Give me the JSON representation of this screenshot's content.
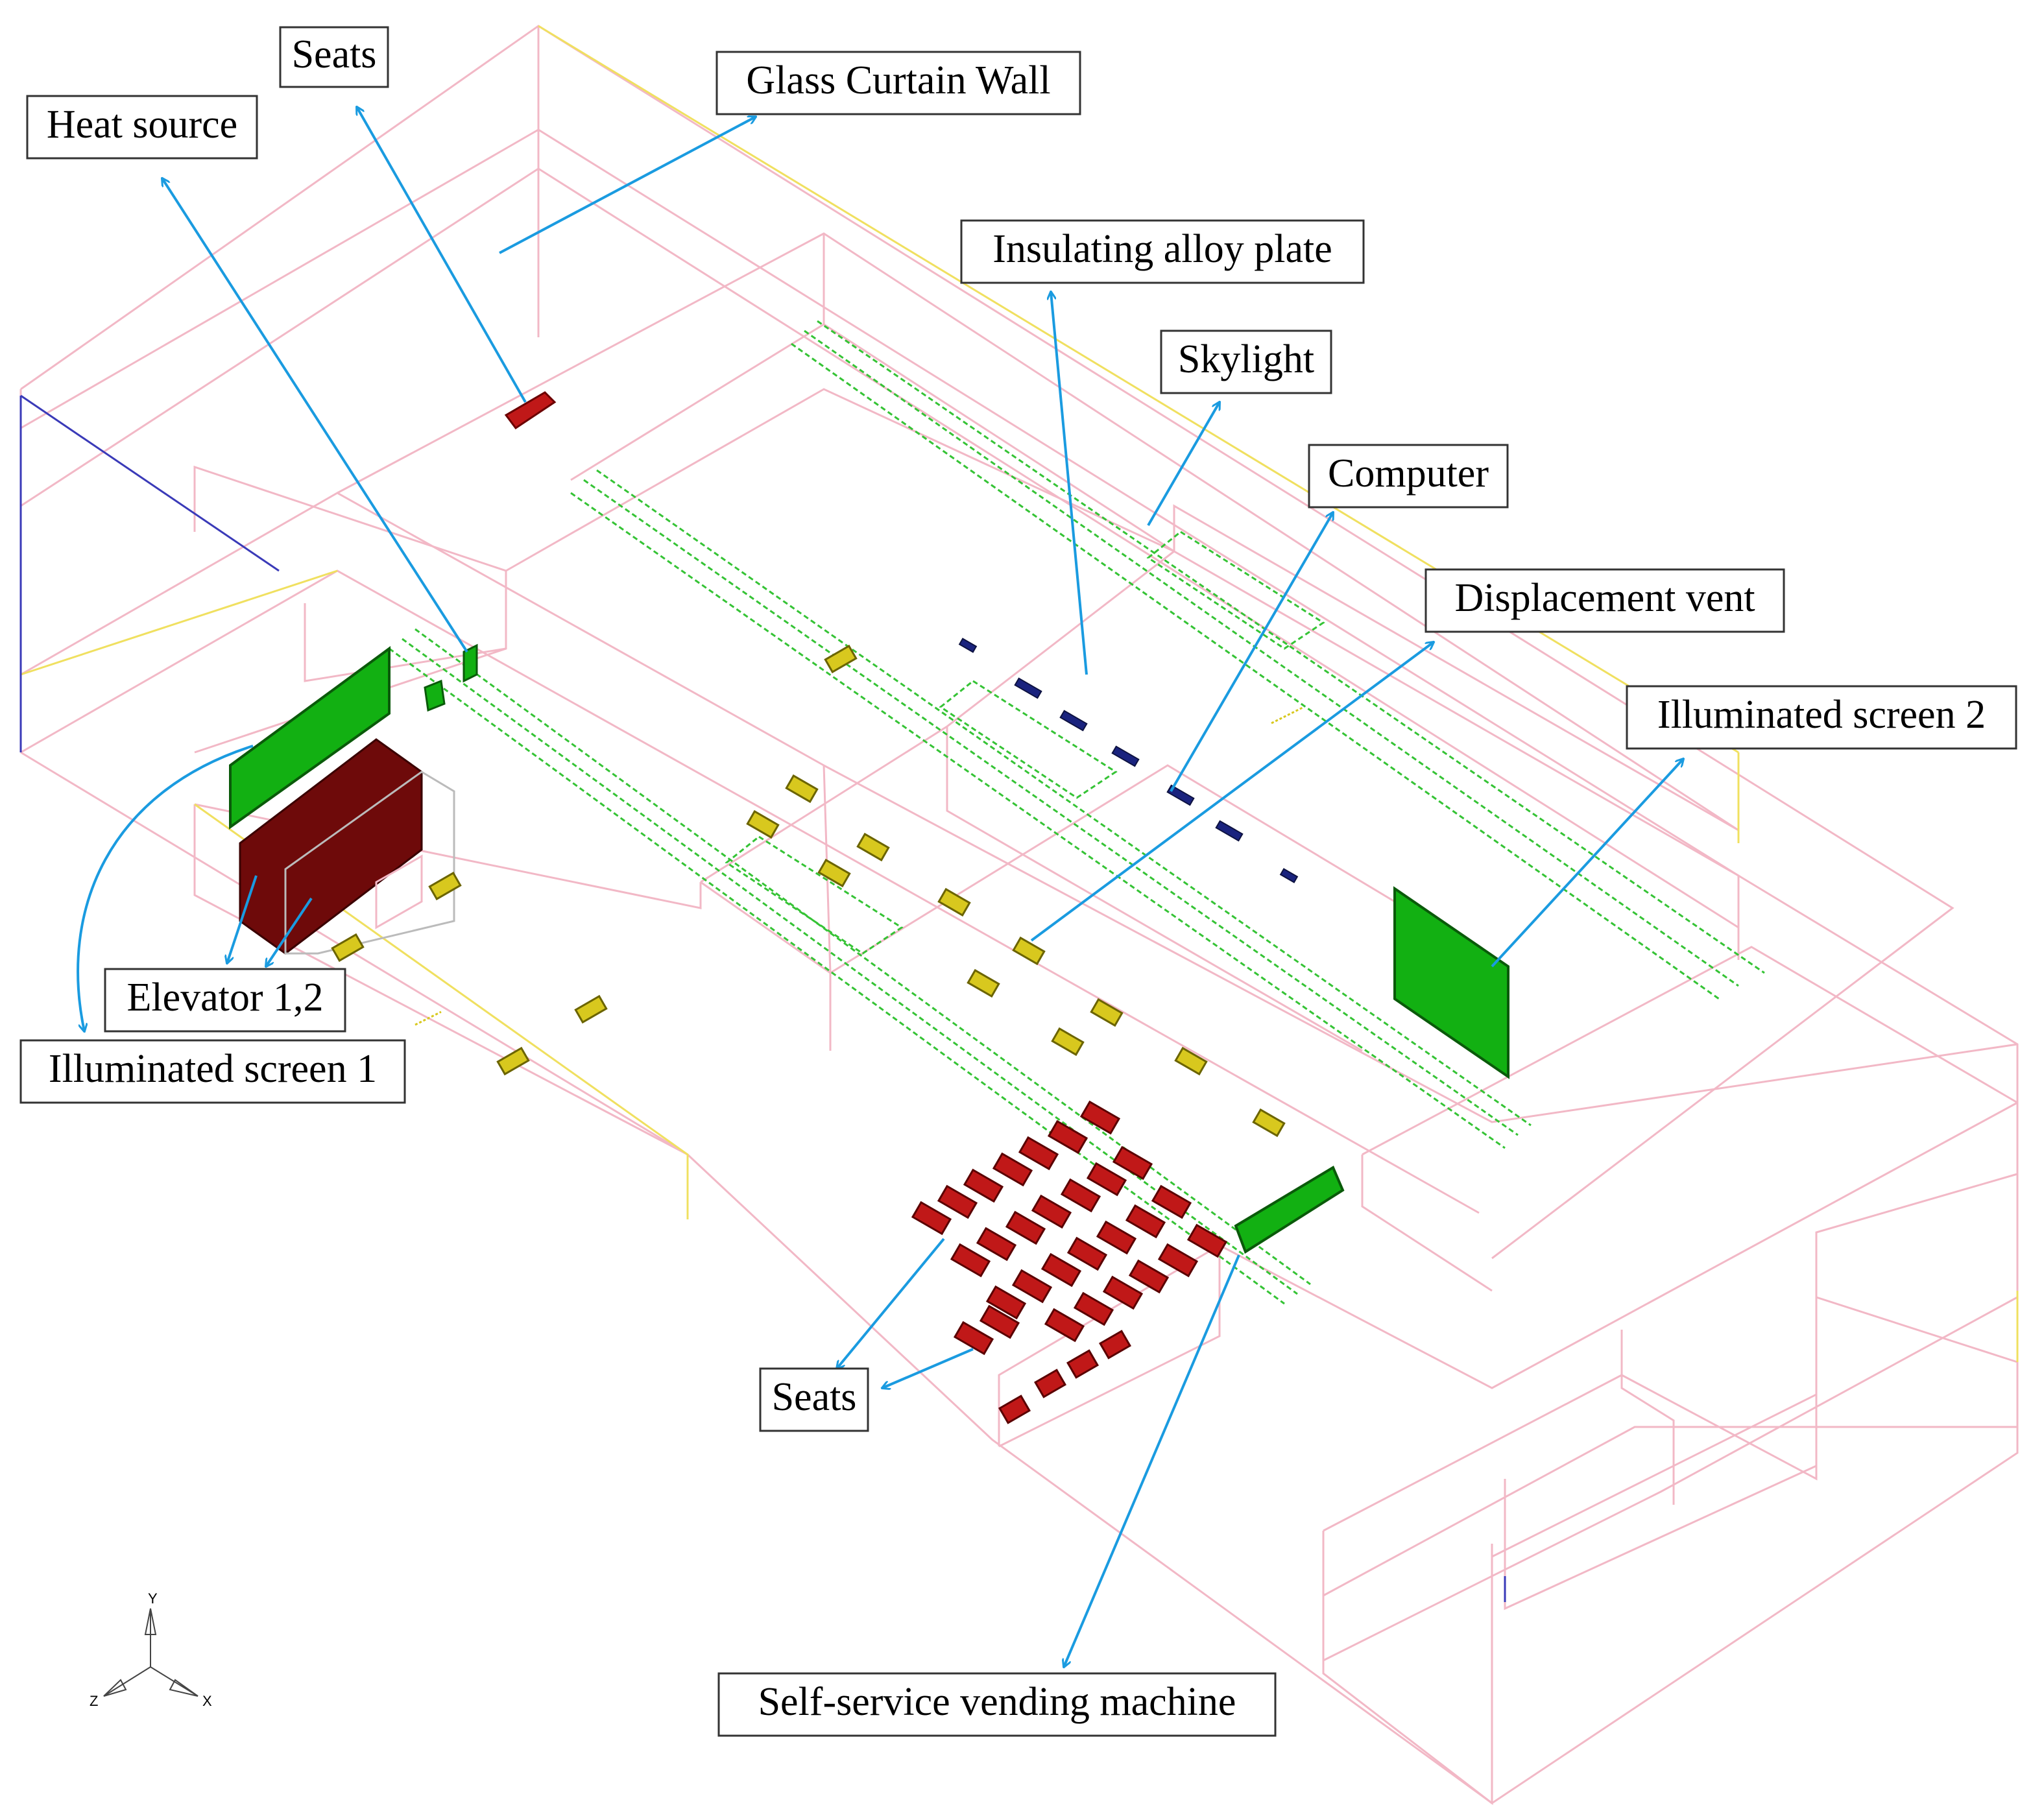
{
  "diagram": {
    "labels": {
      "seats_top": "Seats",
      "heat_source": "Heat source",
      "glass_curtain_wall": "Glass Curtain Wall",
      "insulating_alloy_plate": "Insulating alloy plate",
      "skylight": "Skylight",
      "computer": "Computer",
      "displacement_vent": "Displacement vent",
      "illuminated_screen_2": "Illuminated screen 2",
      "elevator": "Elevator 1,2",
      "illuminated_screen_1": "Illuminated screen 1",
      "seats_bottom": "Seats",
      "vending_machine": "Self-service vending machine"
    },
    "axes": {
      "y": "Y",
      "z": "Z",
      "x": "X"
    },
    "colors": {
      "wireframe": "#f2b8c6",
      "wall_edge": "#f0e060",
      "skylight": "#35c335",
      "leader": "#1a9be0",
      "seat": "#c01818",
      "heat_source": "#d8c81e",
      "computer": "#1a237e",
      "screen": "#12b012",
      "elevator": "#6e0a0a"
    }
  }
}
